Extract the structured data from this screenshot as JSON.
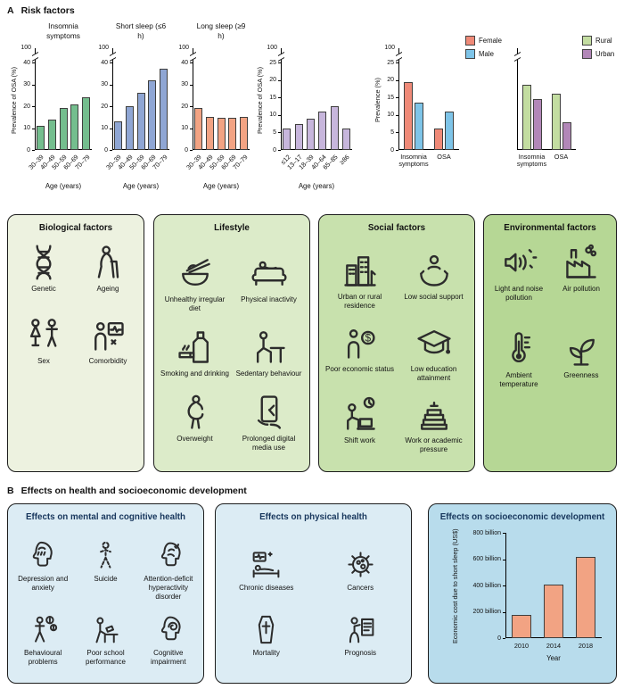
{
  "figure": {
    "panel_a": {
      "label": "A",
      "title": "Risk factors"
    },
    "panel_b": {
      "label": "B",
      "title": "Effects on health and socioeconomic development"
    }
  },
  "chart_data": [
    {
      "type": "bar",
      "title": "Insomnia symptoms",
      "categories": [
        "30–39",
        "40–49",
        "50–59",
        "60–69",
        "70–79"
      ],
      "values": [
        11,
        14,
        19,
        21,
        24
      ],
      "color": "#74be8e",
      "xlabel": "Age (years)",
      "ylabel": "Prevalence of OSA (%)",
      "ymax": 40,
      "yticks": [
        0,
        10,
        20,
        30,
        40
      ],
      "ytick_labels": [
        "0",
        "10",
        "20",
        "30",
        "40"
      ],
      "break_label": "100",
      "axis_break": true
    },
    {
      "type": "bar",
      "title": "Short sleep (≤6 h)",
      "categories": [
        "30–39",
        "40–49",
        "50–59",
        "60–69",
        "70–79"
      ],
      "values": [
        13,
        20,
        26,
        32,
        37
      ],
      "color": "#8fa6d4",
      "xlabel": "Age (years)",
      "ylabel": "",
      "ymax": 40,
      "yticks": [
        0,
        10,
        20,
        30,
        40
      ],
      "ytick_labels": [
        "0",
        "10",
        "20",
        "30",
        "40"
      ],
      "break_label": "100",
      "axis_break": true
    },
    {
      "type": "bar",
      "title": "Long sleep (≥9 h)",
      "categories": [
        "30–39",
        "40–49",
        "50–59",
        "60–69",
        "70–79"
      ],
      "values": [
        19,
        15,
        14.5,
        14.5,
        15
      ],
      "color": "#f2a383",
      "xlabel": "Age (years)",
      "ylabel": "",
      "ymax": 40,
      "yticks": [
        0,
        10,
        20,
        30,
        40
      ],
      "ytick_labels": [
        "0",
        "10",
        "20",
        "30",
        "40"
      ],
      "break_label": "100",
      "axis_break": true
    },
    {
      "type": "bar",
      "title": "",
      "categories": [
        "≤12",
        "13–17",
        "18–39",
        "40–64",
        "65–85",
        "≥86"
      ],
      "values": [
        6,
        7.5,
        9,
        11,
        12.5,
        6
      ],
      "color": "#c7b6dc",
      "xlabel": "Age (years)",
      "ylabel": "Prevalence of OSA (%)",
      "ymax": 25,
      "yticks": [
        0,
        5,
        10,
        15,
        20,
        25
      ],
      "ytick_labels": [
        "0",
        "5",
        "10",
        "15",
        "20",
        "25"
      ],
      "break_label": "100",
      "axis_break": true
    },
    {
      "type": "grouped-bar",
      "title": "",
      "categories": [
        "Insomnia symptoms",
        "OSA"
      ],
      "series": [
        {
          "name": "Female",
          "color": "#ef8a78",
          "values": [
            19.5,
            6
          ]
        },
        {
          "name": "Male",
          "color": "#7ec4e8",
          "values": [
            13.5,
            11
          ]
        }
      ],
      "xlabel": "",
      "ylabel": "Prevalence (%)",
      "ymax": 25,
      "yticks": [
        0,
        5,
        10,
        15,
        20,
        25
      ],
      "ytick_labels": [
        "0",
        "5",
        "10",
        "15",
        "20",
        "25"
      ],
      "break_label": "100",
      "axis_break": true,
      "legend_position": "right"
    },
    {
      "type": "grouped-bar",
      "title": "",
      "categories": [
        "Insomnia symptoms",
        "OSA"
      ],
      "series": [
        {
          "name": "Rural",
          "color": "#c3dda1",
          "values": [
            18.5,
            16
          ]
        },
        {
          "name": "Urban",
          "color": "#b287b8",
          "values": [
            14.5,
            8
          ]
        }
      ],
      "xlabel": "",
      "ylabel": "",
      "ymax": 25,
      "yticks": [],
      "ytick_labels": [],
      "break_label": "",
      "axis_break": true,
      "legend_position": "right"
    },
    {
      "type": "bar",
      "title": "Effects on socioeconomic development",
      "categories": [
        "2010",
        "2014",
        "2018"
      ],
      "values": [
        175,
        410,
        620
      ],
      "color": "#f2a383",
      "xlabel": "Year",
      "ylabel": "Economic cost due to short sleep (US$)",
      "ymax": 800,
      "yticks": [
        0,
        200,
        400,
        600,
        800
      ],
      "ytick_labels": [
        "0",
        "200 billion",
        "400 billion",
        "600 billion",
        "800 billion"
      ],
      "break_label": "",
      "axis_break": false
    }
  ],
  "panel_a_boxes": [
    {
      "title": "Biological factors",
      "bg": "#edf2e0",
      "items": [
        {
          "label": "Genetic",
          "icon": "dna-icon"
        },
        {
          "label": "Ageing",
          "icon": "ageing-icon"
        },
        {
          "label": "Sex",
          "icon": "sex-icon"
        },
        {
          "label": "Comorbidity",
          "icon": "comorbidity-icon"
        }
      ]
    },
    {
      "title": "Lifestyle",
      "bg": "#dcebc9",
      "items": [
        {
          "label": "Unhealthy irregular diet",
          "icon": "diet-icon"
        },
        {
          "label": "Physical inactivity",
          "icon": "inactivity-icon"
        },
        {
          "label": "Smoking and drinking",
          "icon": "smoking-icon"
        },
        {
          "label": "Sedentary behaviour",
          "icon": "sedentary-icon"
        },
        {
          "label": "Overweight",
          "icon": "overweight-icon"
        },
        {
          "label": "Prolonged digital media use",
          "icon": "digital-media-icon"
        }
      ]
    },
    {
      "title": "Social factors",
      "bg": "#c8e1ad",
      "items": [
        {
          "label": "Urban or rural residence",
          "icon": "residence-icon"
        },
        {
          "label": "Low social support",
          "icon": "social-support-icon"
        },
        {
          "label": "Poor economic status",
          "icon": "economic-status-icon"
        },
        {
          "label": "Low education attainment",
          "icon": "education-icon"
        },
        {
          "label": "Shift work",
          "icon": "shift-work-icon"
        },
        {
          "label": "Work or academic pressure",
          "icon": "academic-pressure-icon"
        }
      ]
    },
    {
      "title": "Environmental factors",
      "bg": "#b6d795",
      "items": [
        {
          "label": "Light and noise pollution",
          "icon": "light-noise-icon"
        },
        {
          "label": "Air pollution",
          "icon": "air-pollution-icon"
        },
        {
          "label": "Ambient temperature",
          "icon": "temperature-icon"
        },
        {
          "label": "Greenness",
          "icon": "greenness-icon"
        }
      ]
    }
  ],
  "panel_b_boxes": [
    {
      "title": "Effects on mental and cognitive health",
      "bg": "#dcecf4",
      "items": [
        {
          "label": "Depression and anxiety",
          "icon": "depression-icon"
        },
        {
          "label": "Suicide",
          "icon": "suicide-icon"
        },
        {
          "label": "Attention-deficit hyperactivity disorder",
          "icon": "adhd-icon"
        },
        {
          "label": "Behavioural problems",
          "icon": "behaviour-icon"
        },
        {
          "label": "Poor school performance",
          "icon": "school-icon"
        },
        {
          "label": "Cognitive impairment",
          "icon": "cognitive-icon"
        }
      ]
    },
    {
      "title": "Effects on physical health",
      "bg": "#dcecf4",
      "items": [
        {
          "label": "Chronic diseases",
          "icon": "chronic-disease-icon"
        },
        {
          "label": "Cancers",
          "icon": "cancer-icon"
        },
        {
          "label": "Mortality",
          "icon": "mortality-icon"
        },
        {
          "label": "Prognosis",
          "icon": "prognosis-icon"
        }
      ]
    }
  ],
  "econ_box": {
    "bg": "#b8dcec"
  }
}
